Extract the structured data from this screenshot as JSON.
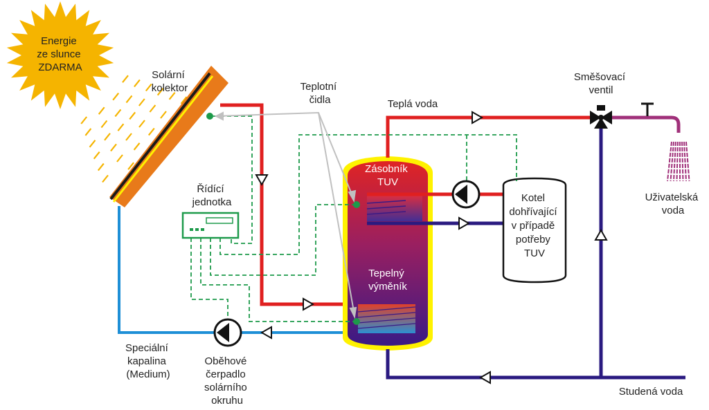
{
  "title": "Solární ohřev teplé užitkové vody",
  "colors": {
    "hot": "#e02020",
    "cold": "#2a1a80",
    "medium": "#1e8fd6",
    "signal": "#1d9a4a",
    "sensor_pointer": "#c0c0c0",
    "sun": "#f5b400",
    "collector": "#e87a1a",
    "tank_outline": "#fff200",
    "user_water": "#a0307a"
  },
  "labels": {
    "sun": [
      "Energie",
      "ze slunce",
      "ZDARMA"
    ],
    "collector": [
      "Solární",
      "kolektor"
    ],
    "sensors": [
      "Teplotní",
      "čidla"
    ],
    "warm_water": "Teplá voda",
    "mixing_valve": [
      "Směšovací",
      "ventil"
    ],
    "user_water": [
      "Uživatelská",
      "voda"
    ],
    "control_unit": [
      "Řídící",
      "jednotka"
    ],
    "tank_top": [
      "Zásobník",
      "TUV"
    ],
    "heat_exchanger": [
      "Tepelný",
      "výměník"
    ],
    "boiler": [
      "Kotel",
      "dohřívající",
      "v případě",
      "potřeby",
      "TUV"
    ],
    "special_fluid": [
      "Speciální",
      "kapalina",
      "(Medium)"
    ],
    "pump": [
      "Oběhové",
      "čerpadlo",
      "solárního",
      "okruhu"
    ],
    "cold_water": "Studená voda"
  }
}
